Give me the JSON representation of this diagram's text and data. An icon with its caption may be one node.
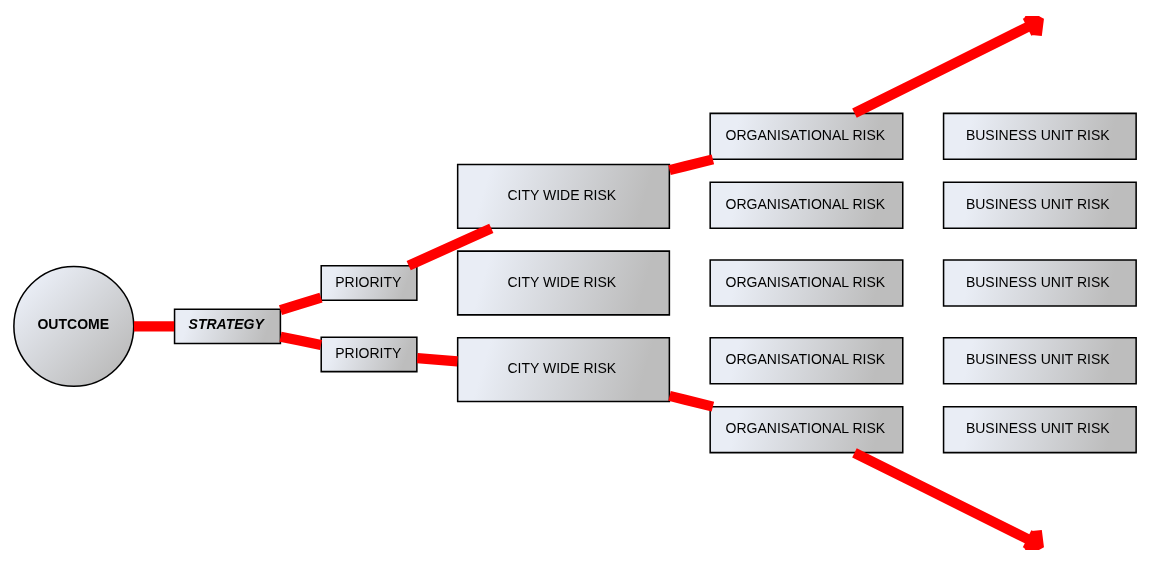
{
  "diagram": {
    "nodes": [
      {
        "text": [
          "OUTCOME"
        ]
      },
      {
        "text": [
          "STRATEGY"
        ]
      },
      {
        "text": [
          "PRIORITY"
        ]
      },
      {
        "text": [
          "PRIORITY"
        ]
      },
      {
        "text": [
          "CITY WIDE RISK"
        ]
      },
      {
        "text": [
          "CITY WIDE RISK"
        ]
      },
      {
        "text": [
          "CITY WIDE RISK"
        ]
      },
      {
        "text": [
          "ORGANISATIONAL RISK"
        ]
      },
      {
        "text": [
          "ORGANISATIONAL RISK"
        ]
      },
      {
        "text": [
          "ORGANISATIONAL RISK"
        ]
      },
      {
        "text": [
          "ORGANISATIONAL RISK"
        ]
      },
      {
        "text": [
          "ORGANISATIONAL RISK"
        ]
      },
      {
        "text": [
          "BUSINESS UNIT RISK"
        ]
      },
      {
        "text": [
          "BUSINESS UNIT RISK"
        ]
      },
      {
        "text": [
          "BUSINESS UNIT RISK"
        ]
      },
      {
        "text": [
          "BUSINESS UNIT RISK"
        ]
      },
      {
        "text": [
          "BUSINESS UNIT RISK"
        ]
      }
    ],
    "edges": [
      {
        "from": 0,
        "to": 1,
        "arrow": "none"
      },
      {
        "from": 1,
        "to": 2,
        "arrow": "none"
      },
      {
        "from": 2,
        "to": 4,
        "arrow": "none"
      },
      {
        "from": 4,
        "to": 7,
        "arrow": "none"
      },
      {
        "from": 7,
        "to": null,
        "arrow": "to"
      },
      {
        "from": 1,
        "to": 3,
        "arrow": "none"
      },
      {
        "from": 3,
        "to": 6,
        "arrow": "none"
      },
      {
        "from": 6,
        "to": 11,
        "arrow": "none"
      },
      {
        "from": 11,
        "to": null,
        "arrow": "to"
      }
    ]
  }
}
